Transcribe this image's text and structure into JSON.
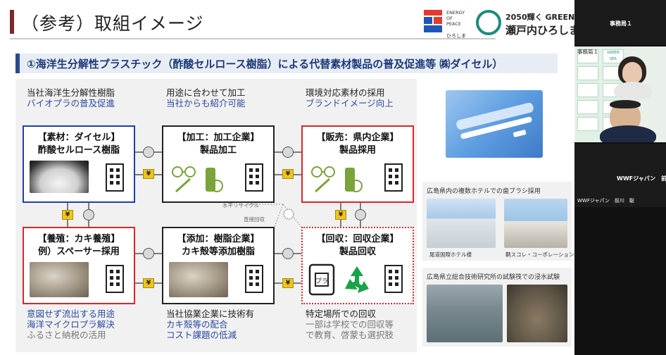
{
  "slide": {
    "title": "（参考）取組イメージ",
    "logos": {
      "hiroshima_ep_text": [
        "ENERGY",
        "OF",
        "PEACE"
      ],
      "hiroshima_kana": "ひろしま",
      "greensea_line1": "2050輝く GREEN",
      "greensea_line2": "瀬戸内ひろしま"
    },
    "subtitle": "①海洋生分解性プラスチック（酢酸セルロース樹脂）による代替素材製品の普及促進等 ㈱ダイセル）",
    "captions": {
      "top_left": {
        "line1": "当社海洋生分解性樹脂",
        "line2": "バイオプラの普及促進"
      },
      "top_mid": {
        "line1": "用途に合わせて加工",
        "line2": "当社からも紹介可能"
      },
      "top_right": {
        "line1": "環境対応素材の採用",
        "line2": "ブランドイメージ向上"
      },
      "bottom_left": {
        "line1": "意図せず流出する用途",
        "line2": "海洋マイクロプラ解決",
        "line3": "ふるさと納税の活用"
      },
      "bottom_mid": {
        "line1": "当社協業企業に技術有",
        "line2": "カキ殻等の配合",
        "line3": "コスト課題の低減"
      },
      "bottom_right": {
        "line1": "特定場所での回収",
        "line2": "一部は学校での回収等",
        "line3": "で教育、啓蒙も選択肢"
      }
    },
    "boxes": {
      "material": {
        "head": "【素材：ダイセル】",
        "sub": "酢酸セルロース樹脂"
      },
      "processing": {
        "head": "【加工：加工企業】",
        "sub": "製品加工"
      },
      "sales": {
        "head": "【販売：県内企業】",
        "sub": "製品採用"
      },
      "farming": {
        "head": "【養殖：カキ養殖】",
        "sub": "例）スペーサー採用"
      },
      "additive": {
        "head": "【添加：樹脂企業】",
        "sub": "カキ殻等添加樹脂"
      },
      "collection": {
        "head": "【回収：回収企業】",
        "sub": "製品回収"
      }
    },
    "flow_notes": {
      "horizontal": "水平リサイクル",
      "direct": "直接回収"
    },
    "yen_symbol": "¥",
    "recycle_pla_label": "プラ",
    "right": {
      "hotel_title": "広島県内の複数ホテルでの歯ブラシ採用",
      "hotel1": "尾道国際ホテル様",
      "hotel2": "鞆スコレ・コーポレーション様",
      "research_title": "広島県立総合技術研究所の試験筏での浸水試験"
    }
  },
  "zoom": {
    "tile1_name": "事務局１",
    "tile2_label": "事務局１",
    "tile2_banner_text": "GREEN SEA",
    "tile3_name": "WWFジャパン　前...",
    "tile3_label": "WWFジャパン　前川　聡"
  },
  "colors": {
    "blue_border": "#1f3fa8",
    "red_border": "#d8262a",
    "title_blue": "#1d3a78",
    "yen_gold": "#f0c419",
    "recycle_green": "#1aa24a"
  }
}
